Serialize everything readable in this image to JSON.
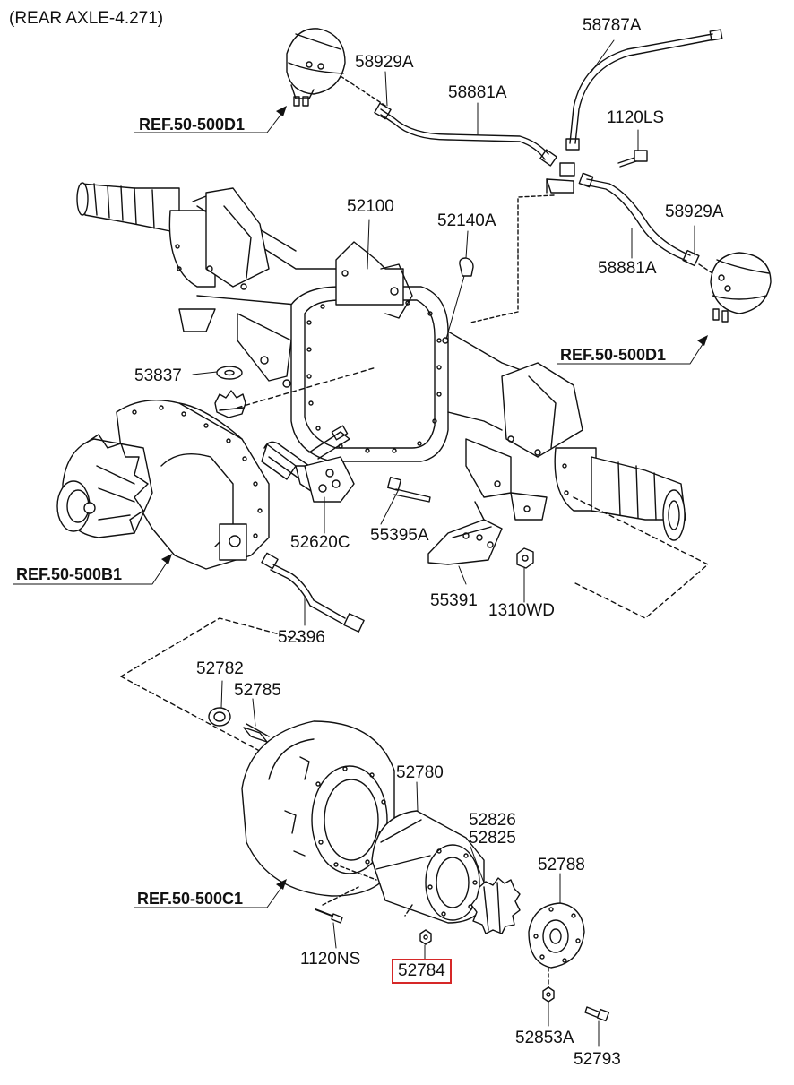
{
  "title": "(REAR AXLE-4.271)",
  "highlight_color": "#d62828",
  "parts": {
    "p58787A": "58787A",
    "p58929A_top": "58929A",
    "p58881A_top": "58881A",
    "p1120LS": "1120LS",
    "p52100": "52100",
    "p52140A": "52140A",
    "p58929A_right": "58929A",
    "p58881A_right": "58881A",
    "p53837": "53837",
    "p52620C": "52620C",
    "p55395A": "55395A",
    "p55391": "55391",
    "p1310WD": "1310WD",
    "p52396": "52396",
    "p52782": "52782",
    "p52785": "52785",
    "p52780": "52780",
    "p52826": "52826",
    "p52825": "52825",
    "p52788": "52788",
    "p1120NS": "1120NS",
    "p52784": "52784",
    "p52853A": "52853A",
    "p52793": "52793"
  },
  "refs": {
    "ref_d1_top": "REF.50-500D1",
    "ref_d1_right": "REF.50-500D1",
    "ref_b1": "REF.50-500B1",
    "ref_c1": "REF.50-500C1"
  }
}
